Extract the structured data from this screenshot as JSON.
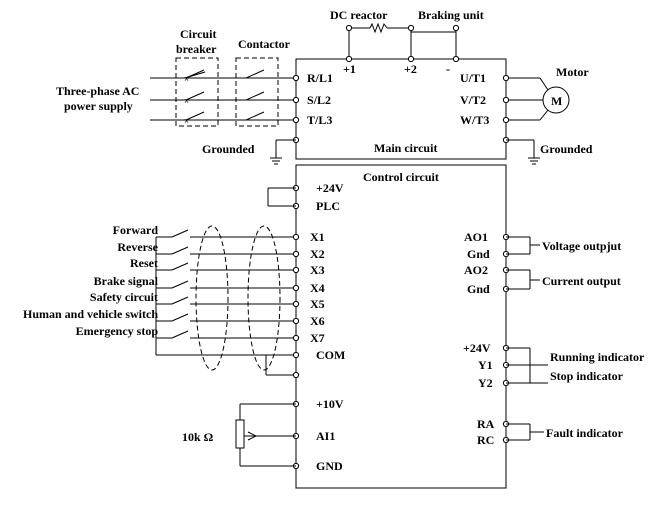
{
  "top": {
    "dc_reactor": "DC reactor",
    "braking_unit": "Braking unit",
    "circuit_breaker_line1": "Circuit",
    "circuit_breaker_line2": "breaker",
    "contactor": "Contactor",
    "power_supply_line1": "Three-phase AC",
    "power_supply_line2": "power supply",
    "motor": "Motor",
    "motor_symbol": "M"
  },
  "main_circuit": {
    "title": "Main circuit",
    "dc_terminals": [
      "+1",
      "+2",
      "-"
    ],
    "input_terminals": [
      "R/L1",
      "S/L2",
      "T/L3"
    ],
    "output_terminals": [
      "U/T1",
      "V/T2",
      "W/T3"
    ],
    "grounded_left": "Grounded",
    "grounded_right": "Grounded"
  },
  "control_circuit": {
    "title": "Control circuit",
    "power_terminals": [
      "+24V",
      "PLC"
    ],
    "inputs": [
      {
        "label": "Forward",
        "terminal": "X1"
      },
      {
        "label": "Reverse",
        "terminal": "X2"
      },
      {
        "label": "Reset",
        "terminal": "X3"
      },
      {
        "label": "Brake signal",
        "terminal": "X4"
      },
      {
        "label": "Safety circuit",
        "terminal": "X5"
      },
      {
        "label": "Human and vehicle switch",
        "terminal": "X6"
      },
      {
        "label": "Emergency stop",
        "terminal": "X7"
      }
    ],
    "com": "COM",
    "analog_terminals": [
      "+10V",
      "AI1",
      "GND"
    ],
    "resistor_label": "10k Ω",
    "outputs": {
      "ao1": "AO1",
      "gnd1": "Gnd",
      "ao2": "AO2",
      "gnd2": "Gnd",
      "voltage_output": "Voltage outpjut",
      "current_output": "Current output",
      "p24v": "+24V",
      "y1": "Y1",
      "y2": "Y2",
      "running_indicator": "Running indicator",
      "stop_indicator": "Stop indicator",
      "ra": "RA",
      "rc": "RC",
      "fault_indicator": "Fault indicator"
    }
  }
}
